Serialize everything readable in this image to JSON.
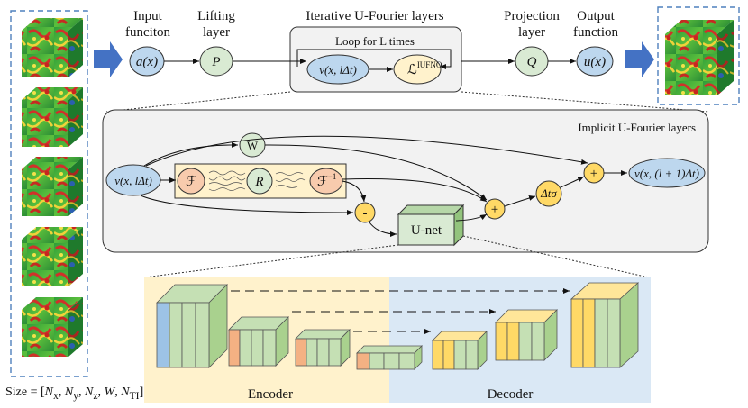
{
  "top": {
    "input_label_1": "Input",
    "input_label_2": "funciton",
    "lifting_label_1": "Lifting",
    "lifting_label_2": "layer",
    "iterative_label": "Iterative U-Fourier layers",
    "loop_label": "Loop for L times",
    "projection_label_1": "Projection",
    "projection_label_2": "layer",
    "output_label_1": "Output",
    "output_label_2": "function",
    "node_a": "a(x)",
    "node_P": "P",
    "node_v": "v(x, lΔt)",
    "node_L": "ℒ",
    "node_L_sup": "IUFNO",
    "node_Q": "Q",
    "node_u": "u(x)"
  },
  "implicit": {
    "title": "Implicit U-Fourier layers",
    "node_vin": "v(x, lΔt)",
    "node_W": "W",
    "node_F": "ℱ",
    "node_R": "R",
    "node_Finv": "ℱ",
    "node_Finv_sup": "−1",
    "node_minus": "-",
    "node_plus1": "+",
    "node_plus2": "+",
    "node_dt": "Δtσ",
    "node_unet": "U-net",
    "node_vout": "v(x, (l + 1)Δt)"
  },
  "unet": {
    "encoder_label": "Encoder",
    "decoder_label": "Decoder"
  },
  "size": {
    "prefix": "Size = [",
    "nx": "N",
    "nx_sub": "x",
    "ny": "N",
    "ny_sub": "y",
    "nz": "N",
    "nz_sub": "z",
    "w": "W",
    "nt": "N",
    "nt_sub": "TI",
    "suffix": "]"
  },
  "colors": {
    "blue_node": "#bdd7ee",
    "green_node": "#d9ead3",
    "yellow_node": "#fff2cc",
    "orange_node": "#f8cbad",
    "encoder_bg": "#fff2cc",
    "decoder_bg": "#dae8f5",
    "arrow_blue": "#4472c4",
    "layer_green": "#a9d18e",
    "layer_blue": "#9dc3e6",
    "layer_orange": "#f4b183",
    "layer_yellow": "#ffd966"
  }
}
